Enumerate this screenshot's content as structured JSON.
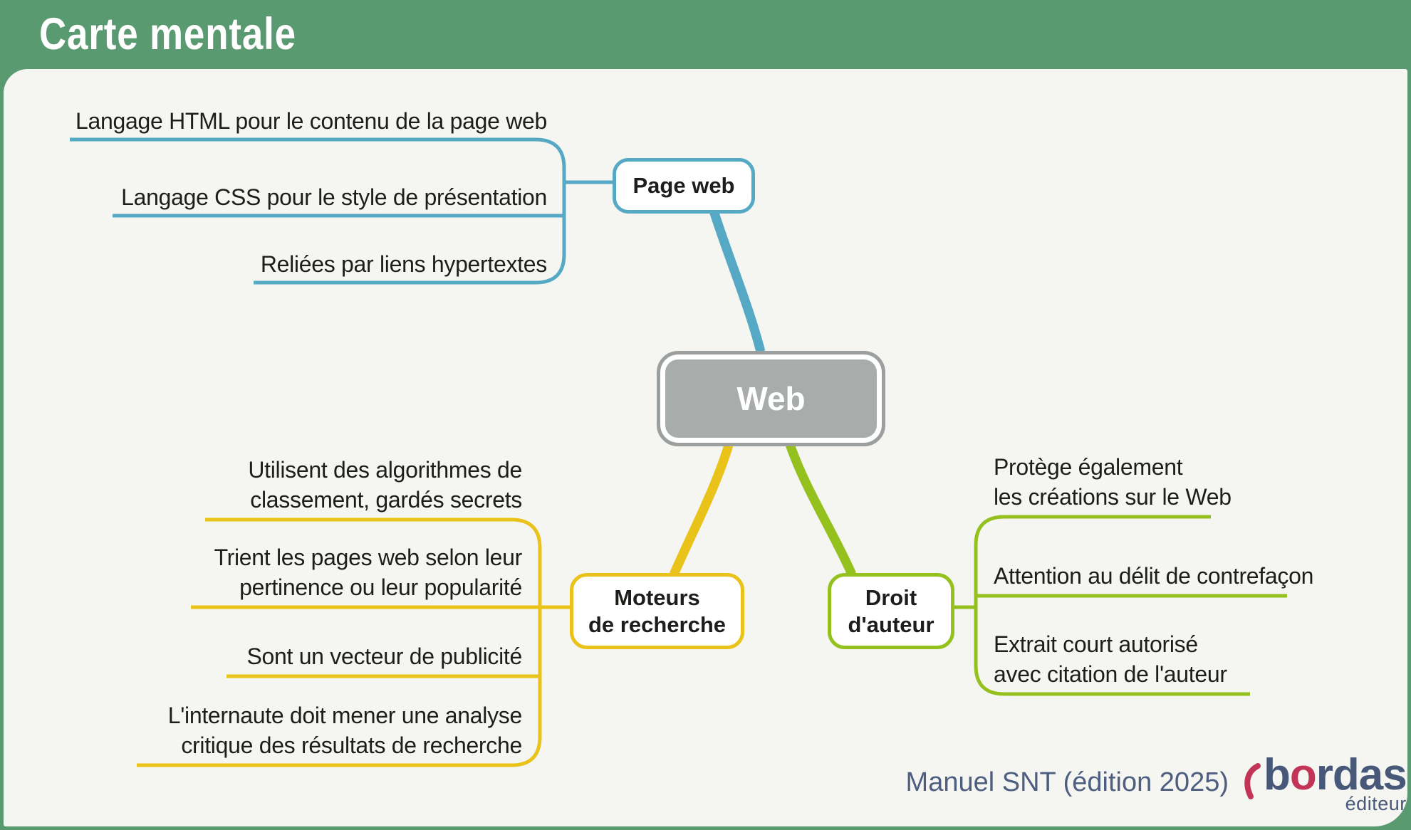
{
  "page": {
    "title": "Carte mentale"
  },
  "mindmap": {
    "root": {
      "label": "Web"
    },
    "branches": [
      {
        "label": "Page web",
        "color": "#56a9c5",
        "leaves": [
          {
            "lines": [
              "Langage HTML pour le contenu de la page web"
            ]
          },
          {
            "lines": [
              "Langage CSS pour le style de présentation"
            ]
          },
          {
            "lines": [
              "Reliées par liens hypertextes"
            ]
          }
        ]
      },
      {
        "label_lines": [
          "Moteurs",
          "de recherche"
        ],
        "color": "#e9c319",
        "leaves": [
          {
            "lines": [
              "Utilisent des algorithmes de",
              "classement, gardés secrets"
            ]
          },
          {
            "lines": [
              "Trient les pages web selon leur",
              "pertinence ou leur popularité"
            ]
          },
          {
            "lines": [
              "Sont un vecteur de publicité"
            ]
          },
          {
            "lines": [
              "L'internaute doit mener une analyse",
              "critique des résultats de recherche"
            ]
          }
        ]
      },
      {
        "label_lines": [
          "Droit",
          "d'auteur"
        ],
        "color": "#95c11f",
        "leaves": [
          {
            "lines": [
              "Protège également",
              "les créations sur le Web"
            ]
          },
          {
            "lines": [
              "Attention au délit de contrefaçon"
            ]
          },
          {
            "lines": [
              "Extrait court autorisé",
              "avec citation de l'auteur"
            ]
          }
        ]
      }
    ]
  },
  "footer": {
    "credit": "Manuel SNT (édition 2025)",
    "logo": {
      "part1": "b",
      "accent_letter": "o",
      "part2": "rdas",
      "subtitle": "éditeur"
    }
  },
  "colors": {
    "header_green": "#5a9a71",
    "background": "#f5f5f1",
    "blue": "#56a9c5",
    "yellow": "#e9c319",
    "green": "#95c11f",
    "node_gray_fill": "#a8adac",
    "node_gray_border": "#9ba09f",
    "text": "#1d1d1b",
    "credit_slate": "#4d5e80",
    "logo_blue": "#475878",
    "logo_red": "#c23557"
  }
}
